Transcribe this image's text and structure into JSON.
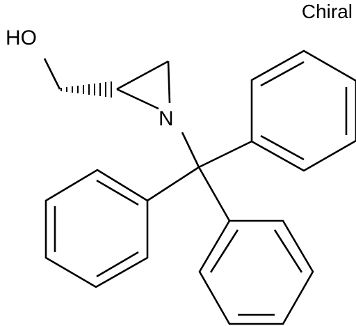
{
  "chiral_label": "Chiral",
  "atoms": {
    "hydroxyl": "HO",
    "nitrogen": "N"
  },
  "colors": {
    "ink": "#000000",
    "background": "#ffffff"
  }
}
